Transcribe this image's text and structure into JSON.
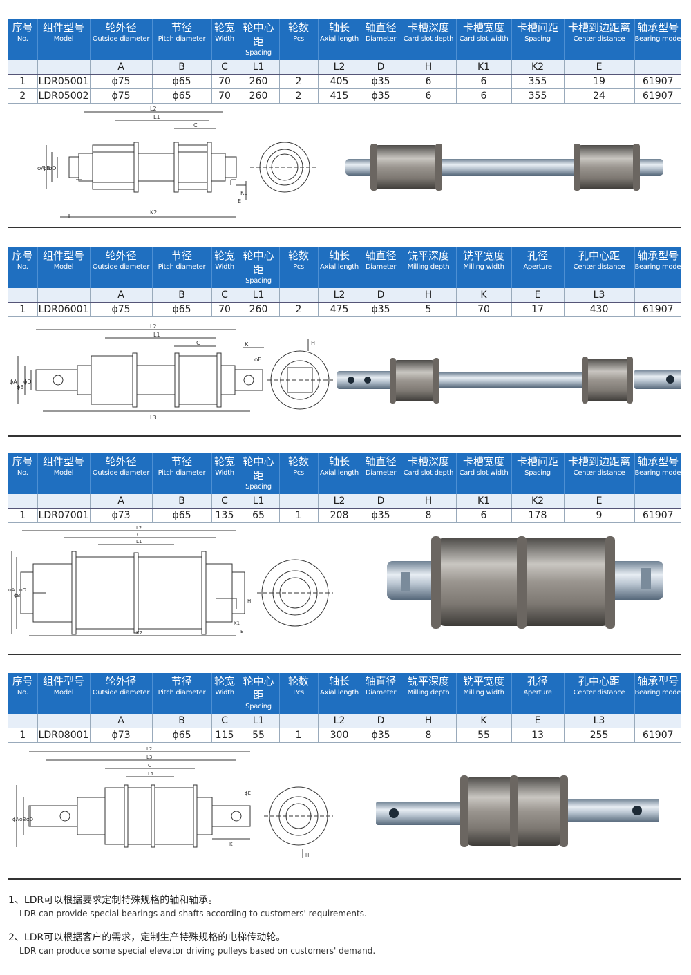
{
  "sections": [
    {
      "headers": [
        {
          "zh": "序号",
          "en": "No."
        },
        {
          "zh": "组件型号",
          "en": "Model"
        },
        {
          "zh": "轮外径",
          "en": "Outside diameter"
        },
        {
          "zh": "节径",
          "en": "Pitch diameter"
        },
        {
          "zh": "轮宽",
          "en": "Width"
        },
        {
          "zh": "轮中心距",
          "en": "Spacing"
        },
        {
          "zh": "轮数",
          "en": "Pcs"
        },
        {
          "zh": "轴长",
          "en": "Axial length"
        },
        {
          "zh": "轴直径",
          "en": "Diameter"
        },
        {
          "zh": "卡槽深度",
          "en": "Card slot depth"
        },
        {
          "zh": "卡槽宽度",
          "en": "Card slot width"
        },
        {
          "zh": "卡槽间距",
          "en": "Spacing"
        },
        {
          "zh": "卡槽到边距离",
          "en": "Center distance"
        },
        {
          "zh": "轴承型号",
          "en": "Bearing model"
        }
      ],
      "letters": [
        "",
        "",
        "A",
        "B",
        "C",
        "L1",
        "",
        "L2",
        "D",
        "H",
        "K1",
        "K2",
        "E",
        ""
      ],
      "rows": [
        [
          "1",
          "LDR05001",
          "ϕ75",
          "ϕ65",
          "70",
          "260",
          "2",
          "405",
          "ϕ35",
          "6",
          "6",
          "355",
          "19",
          "61907"
        ],
        [
          "2",
          "LDR05002",
          "ϕ75",
          "ϕ65",
          "70",
          "260",
          "2",
          "415",
          "ϕ35",
          "6",
          "6",
          "355",
          "24",
          "61907"
        ]
      ]
    },
    {
      "headers": [
        {
          "zh": "序号",
          "en": "No."
        },
        {
          "zh": "组件型号",
          "en": "Model"
        },
        {
          "zh": "轮外径",
          "en": "Outside diameter"
        },
        {
          "zh": "节径",
          "en": "Pitch diameter"
        },
        {
          "zh": "轮宽",
          "en": "Width"
        },
        {
          "zh": "轮中心距",
          "en": "Spacing"
        },
        {
          "zh": "轮数",
          "en": "Pcs"
        },
        {
          "zh": "轴长",
          "en": "Axial length"
        },
        {
          "zh": "轴直径",
          "en": "Diameter"
        },
        {
          "zh": "铣平深度",
          "en": "Milling depth"
        },
        {
          "zh": "铣平宽度",
          "en": "Milling width"
        },
        {
          "zh": "孔径",
          "en": "Aperture"
        },
        {
          "zh": "孔中心距",
          "en": "Center distance"
        },
        {
          "zh": "轴承型号",
          "en": "Bearing model"
        }
      ],
      "letters": [
        "",
        "",
        "A",
        "B",
        "C",
        "L1",
        "",
        "L2",
        "D",
        "H",
        "K",
        "E",
        "L3",
        ""
      ],
      "rows": [
        [
          "1",
          "LDR06001",
          "ϕ75",
          "ϕ65",
          "70",
          "260",
          "2",
          "475",
          "ϕ35",
          "5",
          "70",
          "17",
          "430",
          "61907"
        ]
      ]
    },
    {
      "headers": [
        {
          "zh": "序号",
          "en": "No."
        },
        {
          "zh": "组件型号",
          "en": "Model"
        },
        {
          "zh": "轮外径",
          "en": "Outside diameter"
        },
        {
          "zh": "节径",
          "en": "Pitch diameter"
        },
        {
          "zh": "轮宽",
          "en": "Width"
        },
        {
          "zh": "轮中心距",
          "en": "Spacing"
        },
        {
          "zh": "轮数",
          "en": "Pcs"
        },
        {
          "zh": "轴长",
          "en": "Axial length"
        },
        {
          "zh": "轴直径",
          "en": "Diameter"
        },
        {
          "zh": "卡槽深度",
          "en": "Card slot depth"
        },
        {
          "zh": "卡槽宽度",
          "en": "Card slot width"
        },
        {
          "zh": "卡槽间距",
          "en": "Spacing"
        },
        {
          "zh": "卡槽到边距离",
          "en": "Center distance"
        },
        {
          "zh": "轴承型号",
          "en": "Bearing model"
        }
      ],
      "letters": [
        "",
        "",
        "A",
        "B",
        "C",
        "L1",
        "",
        "L2",
        "D",
        "H",
        "K1",
        "K2",
        "E",
        ""
      ],
      "rows": [
        [
          "1",
          "LDR07001",
          "ϕ73",
          "ϕ65",
          "135",
          "65",
          "1",
          "208",
          "ϕ35",
          "8",
          "6",
          "178",
          "9",
          "61907"
        ]
      ]
    },
    {
      "headers": [
        {
          "zh": "序号",
          "en": "No."
        },
        {
          "zh": "组件型号",
          "en": "Model"
        },
        {
          "zh": "轮外径",
          "en": "Outside diameter"
        },
        {
          "zh": "节径",
          "en": "Pitch diameter"
        },
        {
          "zh": "轮宽",
          "en": "Width"
        },
        {
          "zh": "轮中心距",
          "en": "Spacing"
        },
        {
          "zh": "轮数",
          "en": "Pcs"
        },
        {
          "zh": "轴长",
          "en": "Axial length"
        },
        {
          "zh": "轴直径",
          "en": "Diameter"
        },
        {
          "zh": "铣平深度",
          "en": "Milling depth"
        },
        {
          "zh": "铣平宽度",
          "en": "Milling width"
        },
        {
          "zh": "孔径",
          "en": "Aperture"
        },
        {
          "zh": "孔中心距",
          "en": "Center distance"
        },
        {
          "zh": "轴承型号",
          "en": "Bearing model"
        }
      ],
      "letters": [
        "",
        "",
        "A",
        "B",
        "C",
        "L1",
        "",
        "L2",
        "D",
        "H",
        "K",
        "E",
        "L3",
        ""
      ],
      "rows": [
        [
          "1",
          "LDR08001",
          "ϕ73",
          "ϕ65",
          "115",
          "55",
          "1",
          "300",
          "ϕ35",
          "8",
          "55",
          "13",
          "255",
          "61907"
        ]
      ]
    }
  ],
  "drawing_labels": {
    "s1": {
      "L2": "L2",
      "L1": "L1",
      "C": "C",
      "A": "ϕA",
      "B": "ϕB",
      "D": "ϕD",
      "K1": "K1",
      "E": "E",
      "K2": "K2"
    },
    "s2": {
      "L2": "L2",
      "L1": "L1",
      "C": "C",
      "K": "K",
      "E": "ϕE",
      "A": "ϕA",
      "B": "ϕB",
      "D": "ϕD",
      "L3": "L3",
      "H": "H"
    },
    "s3": {
      "L2": "L2",
      "C": "C",
      "L1": "L1",
      "A": "ϕA",
      "B": "ϕB",
      "D": "ϕD",
      "H": "H",
      "K1": "K1",
      "E": "E",
      "K2": "K2"
    },
    "s4": {
      "L2": "L2",
      "L3": "L3",
      "C": "C",
      "L1": "L1",
      "A": "ϕA",
      "B": "ϕB",
      "D": "ϕD",
      "E": "ϕE",
      "K": "K",
      "H": "H"
    }
  },
  "notes": [
    {
      "zh": "1、LDR可以根据要求定制特殊规格的轴和轴承。",
      "en": "LDR can provide special bearings and shafts according to customers' requirements."
    },
    {
      "zh": "2、LDR可以根据客户的需求，定制生产特殊规格的电梯传动轮。",
      "en": "LDR can produce some special elevator driving pulleys based on customers' demand."
    }
  ],
  "colors": {
    "header_bg": "#1f6fc0",
    "letter_row_bg": "#e6eef8",
    "steel": "#a9b2bb"
  }
}
